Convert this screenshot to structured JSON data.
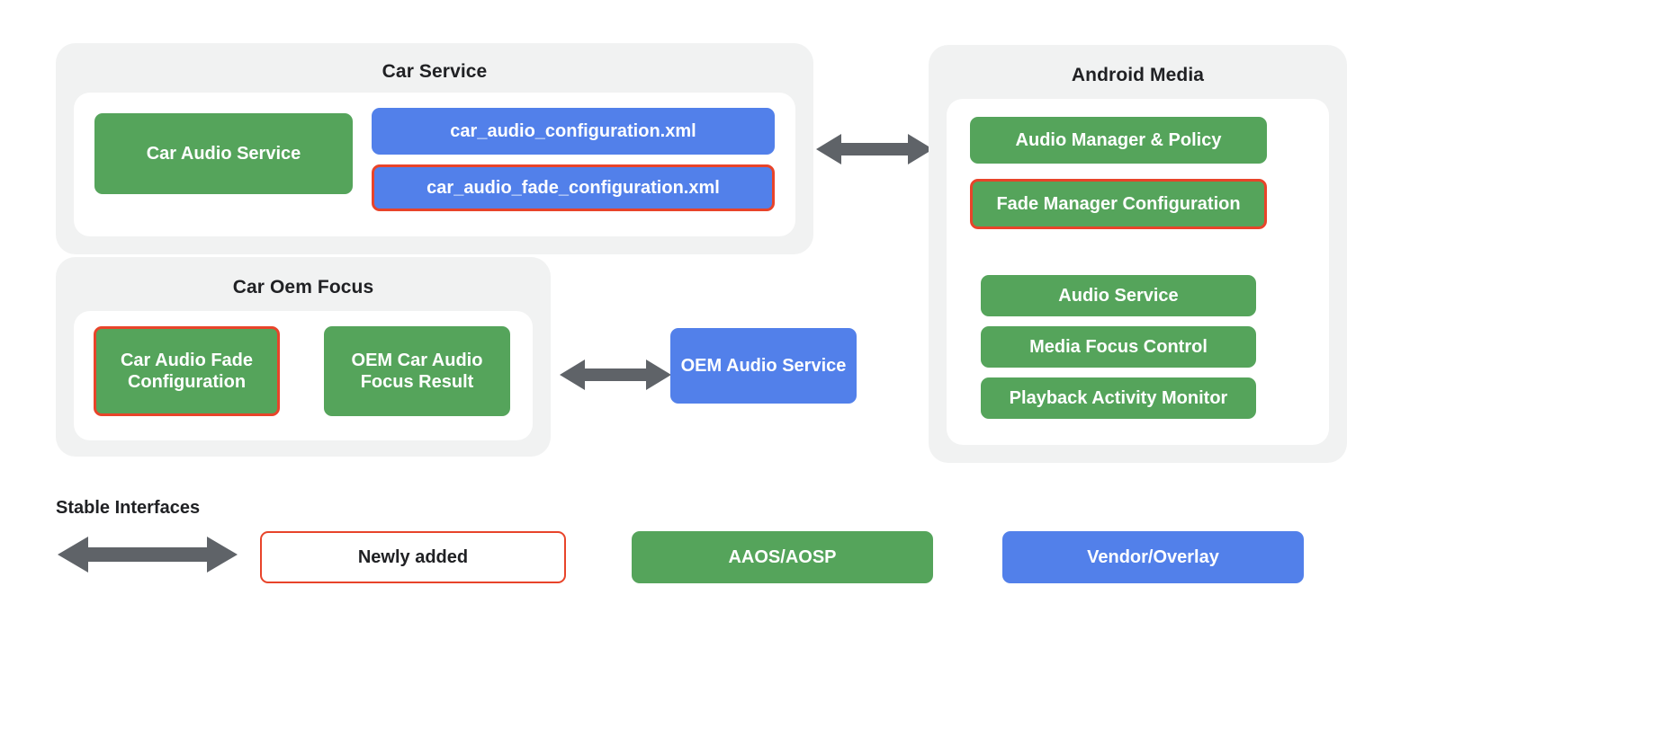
{
  "diagram": {
    "title_visible": false,
    "colors": {
      "green": "#55a45b",
      "blue": "#5280ea",
      "outline_red": "#e8442a",
      "panel_grey": "#f1f2f2",
      "arrow_grey": "#5f6368",
      "text_dark": "#202124",
      "card_white": "#ffffff"
    },
    "groups": [
      {
        "id": "car-service",
        "title": "Car Service",
        "nodes": [
          {
            "label": "Car Audio Service",
            "color": "green",
            "outlined": false
          },
          {
            "label": "car_audio_configuration.xml",
            "color": "blue",
            "outlined": false
          },
          {
            "label": "car_audio_fade_configuration.xml",
            "color": "blue",
            "outlined": true
          }
        ]
      },
      {
        "id": "car-oem-focus",
        "title": "Car Oem Focus",
        "nodes": [
          {
            "label": "Car Audio Fade Configuration",
            "color": "green",
            "outlined": true
          },
          {
            "label": "OEM Car Audio Focus Result",
            "color": "green",
            "outlined": false
          }
        ]
      },
      {
        "id": "android-media",
        "title": "Android Media",
        "nodes": [
          {
            "label": "Audio Manager & Policy",
            "color": "green",
            "outlined": false
          },
          {
            "label": "Fade Manager Configuration",
            "color": "green",
            "outlined": true
          },
          {
            "label": "Audio Service",
            "color": "green",
            "outlined": false
          },
          {
            "label": "Media Focus Control",
            "color": "green",
            "outlined": false
          },
          {
            "label": "Playback Activity Monitor",
            "color": "green",
            "outlined": false
          }
        ]
      }
    ],
    "standalone_nodes": [
      {
        "id": "oem-audio-service",
        "label": "OEM Audio Service",
        "color": "blue",
        "outlined": false
      }
    ],
    "arrows": [
      {
        "id": "car-service-to-android-media",
        "type": "double-headed-horizontal"
      },
      {
        "id": "car-oem-focus-to-oem-audio-service",
        "type": "double-headed-horizontal"
      },
      {
        "id": "legend-stable-interfaces",
        "type": "double-headed-horizontal"
      }
    ]
  },
  "legend": {
    "stable_interfaces_label": "Stable Interfaces",
    "items": [
      {
        "label": "Newly added",
        "style": "white"
      },
      {
        "label": "AAOS/AOSP",
        "style": "green"
      },
      {
        "label": "Vendor/Overlay",
        "style": "blue"
      }
    ]
  }
}
